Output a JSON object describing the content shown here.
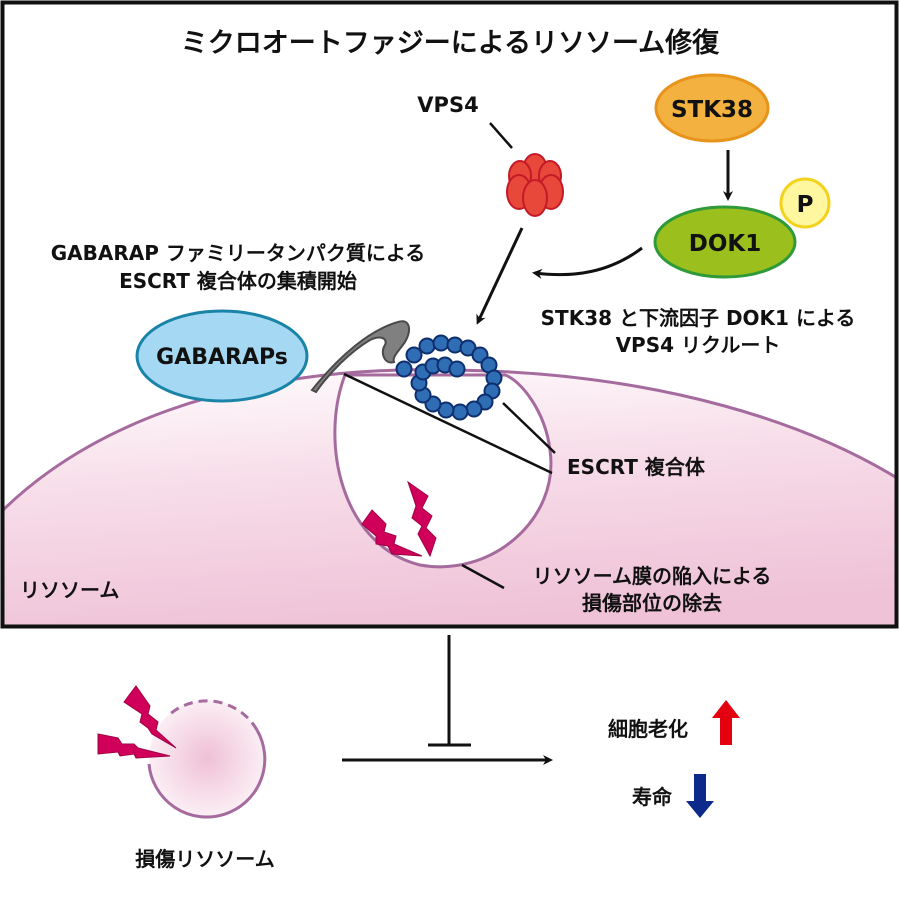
{
  "title": "ミクロオートファジーによるリソソーム修復",
  "proteins": {
    "stk38": "STK38",
    "dok1": "DOK1",
    "phospho": "P",
    "vps4": "VPS4",
    "gabaraps": "GABARAPs"
  },
  "annotations": {
    "gabarap_line1": "GABARAP ファミリータンパク質による",
    "gabarap_line2": "ESCRT 複合体の集積開始",
    "stk38_line1": "STK38 と下流因子 DOK1 による",
    "stk38_line2": "VPS4 リクルート",
    "escrt": "ESCRT 複合体",
    "invagination_line1": "リソソーム膜の陥入による",
    "invagination_line2": "損傷部位の除去",
    "lysosome": "リソソーム"
  },
  "outcome": {
    "damaged_lysosome": "損傷リソソーム",
    "senescence": "細胞老化",
    "senescence_direction": "up",
    "lifespan": "寿命",
    "lifespan_direction": "down"
  },
  "colors": {
    "stk38_fill": "#f3b23f",
    "stk38_stroke": "#e8941c",
    "dok1_fill": "#9bbf1c",
    "dok1_stroke": "#2f9a3a",
    "phospho_fill": "#fff7a0",
    "phospho_stroke": "#f2d21c",
    "vps4_fill": "#e8483a",
    "vps4_stroke": "#c41a28",
    "gabarap_fill": "#a5d8f2",
    "gabarap_stroke": "#1a84a8",
    "escrt_fill": "#2f6db5",
    "escrt_stroke": "#0e2f6e",
    "hook_fill": "#808080",
    "membrane": "#a66b9e",
    "lysosome_fill": "#f0c4d9",
    "bolt": "#d0005a",
    "up_arrow": "#e3000f",
    "down_arrow": "#0d2a8a"
  }
}
